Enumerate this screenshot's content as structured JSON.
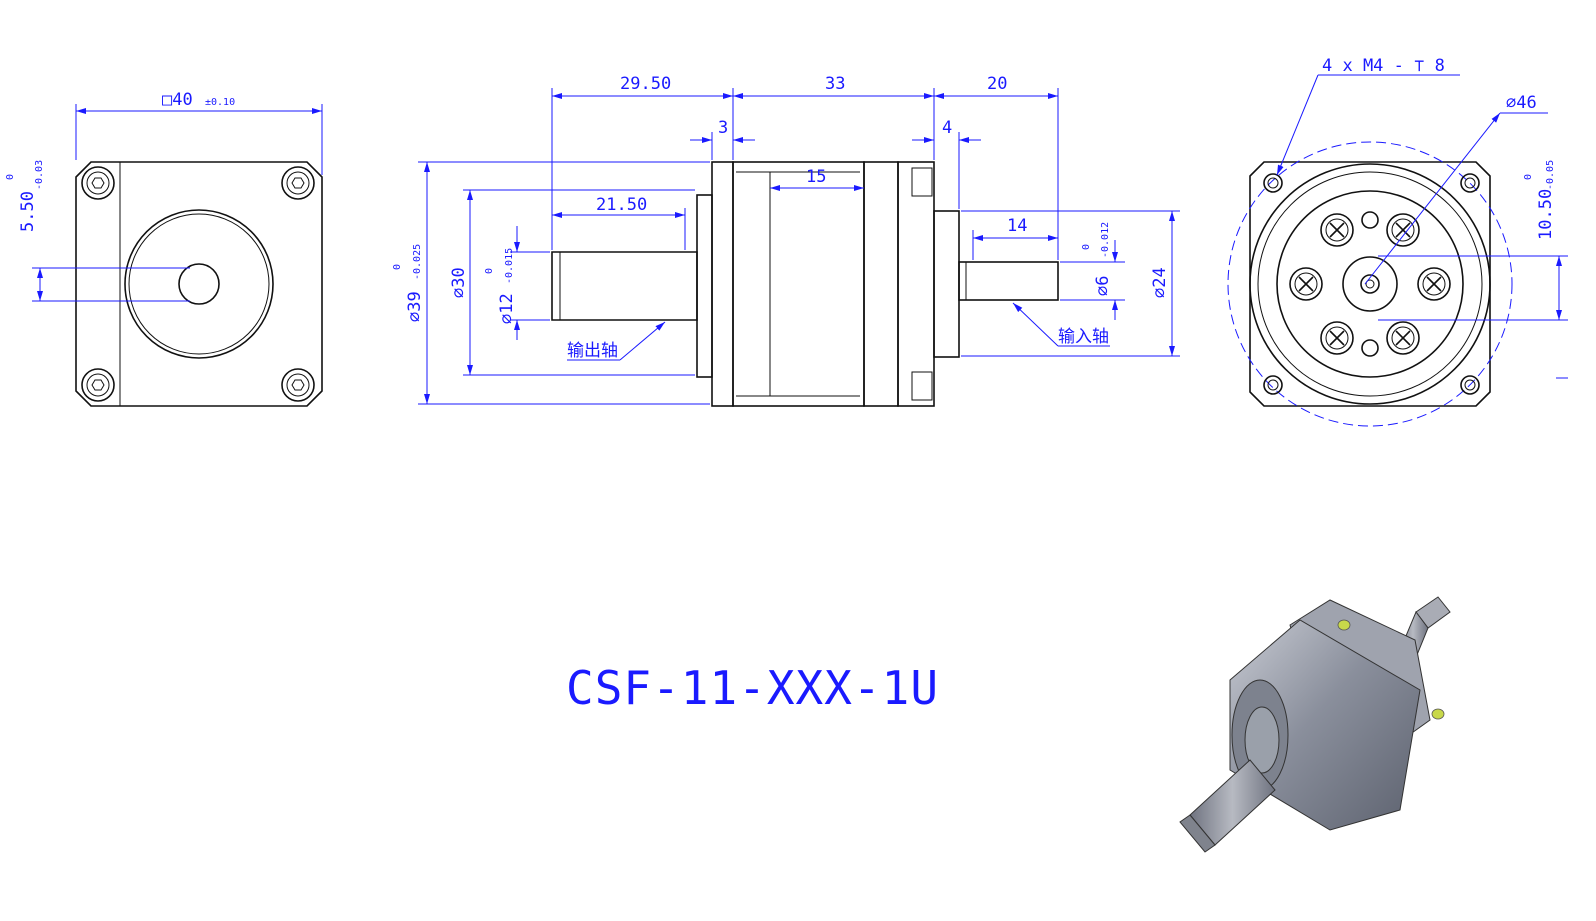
{
  "colors": {
    "dimension": "#1a1aff",
    "outline": "#111111"
  },
  "title": "CSF-11-XXX-1U",
  "front_view": {
    "square_dim": "□40",
    "square_tol": "±0.10",
    "offset_dim": "5.50",
    "offset_tol_upper": "0",
    "offset_tol_lower": "-0.03"
  },
  "side_view": {
    "len_output": "29.50",
    "len_body": "33",
    "len_input": "20",
    "flange_thk": "3",
    "input_step": "4",
    "body_inner": "15",
    "output_shaft_len": "21.50",
    "input_shaft_len": "14",
    "dia_39": "⌀39",
    "dia_39_tol_upper": "0",
    "dia_39_tol_lower": "-0.025",
    "dia_30": "⌀30",
    "dia_12": "⌀12",
    "dia_12_tol_upper": "0",
    "dia_12_tol_lower": "-0.015",
    "dia_6": "⌀6",
    "dia_6_tol_upper": "0",
    "dia_6_tol_lower": "-0.012",
    "dia_24": "⌀24",
    "output_shaft_label": "输出轴",
    "input_shaft_label": "输入轴"
  },
  "rear_view": {
    "thread_note": "4 x  M4 - ⊤ 8",
    "dia_46": "⌀46",
    "offset_dim": "10.50",
    "offset_tol_upper": "0",
    "offset_tol_lower": "-0.05"
  }
}
